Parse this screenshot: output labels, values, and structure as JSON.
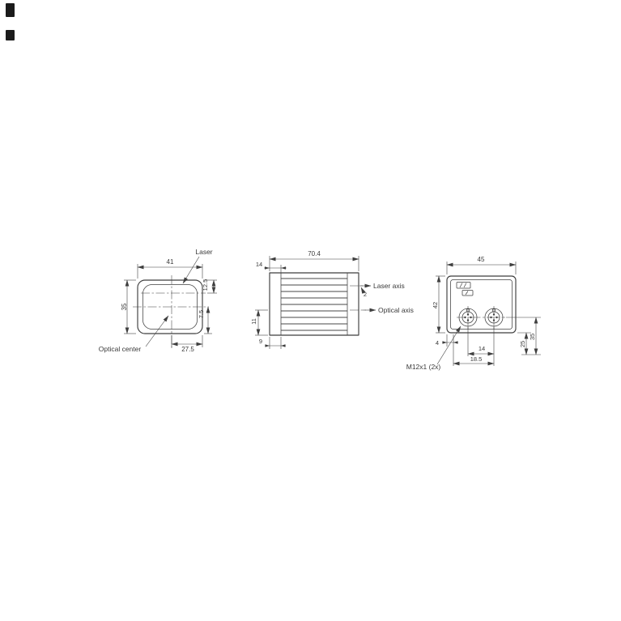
{
  "artifact": {
    "note": ""
  },
  "views": {
    "front": {
      "labels": {
        "laser": "Laser",
        "optical_center": "Optical center"
      },
      "dims": {
        "width": "41",
        "height": "35",
        "laser_offset": "12.5",
        "optical_offset": "7.5",
        "center_from_edge": "27.5"
      }
    },
    "side": {
      "labels": {
        "laser_axis": "Laser axis",
        "optical_axis": "Optical axis"
      },
      "dims": {
        "depth": "70.4",
        "front_cap": "14",
        "axis_gap": "2",
        "lower_left": "11",
        "bottom_cap": "9"
      }
    },
    "rear": {
      "labels": {
        "connector": "M12x1 (2x)"
      },
      "dims": {
        "width": "45",
        "height": "42",
        "edge_offset": "4",
        "connector_pitch": "14",
        "connector_from_edge": "18.5",
        "right_lower": "25",
        "right_upper": "35"
      }
    }
  }
}
